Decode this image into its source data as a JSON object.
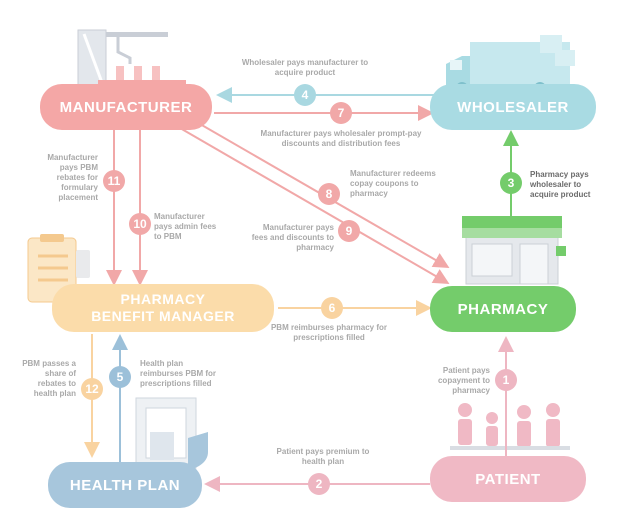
{
  "nodes": {
    "manufacturer": "MANUFACTURER",
    "wholesaler": "WHOLESALER",
    "pharmacy": "PHARMACY",
    "pbm_line1": "PHARMACY",
    "pbm_line2": "BENEFIT MANAGER",
    "health_plan": "HEALTH PLAN",
    "patient": "PATIENT"
  },
  "flows": [
    {
      "step": "1",
      "label": "Patient pays copayment to pharmacy"
    },
    {
      "step": "2",
      "label": "Patient pays premium to health plan"
    },
    {
      "step": "3",
      "label": "Pharmacy pays wholesaler to acquire product"
    },
    {
      "step": "4",
      "label": "Wholesaler pays manufacturer to acquire product"
    },
    {
      "step": "5",
      "label": "Health plan reimburses PBM for prescriptions filled"
    },
    {
      "step": "6",
      "label": "PBM reimburses pharmacy for prescriptions filled"
    },
    {
      "step": "7",
      "label": "Manufacturer pays wholesaler prompt-pay discounts and distribution fees"
    },
    {
      "step": "8",
      "label": "Manufacturer redeems copay coupons to pharmacy"
    },
    {
      "step": "9",
      "label": "Manufacturer pays fees and discounts to pharmacy"
    },
    {
      "step": "10",
      "label": "Manufacturer pays admin fees to PBM"
    },
    {
      "step": "11",
      "label": "Manufacturer pays PBM rebates for formulary placement"
    },
    {
      "step": "12",
      "label": "PBM passes a share of rebates to health plan"
    }
  ],
  "colors": {
    "manufacturer": "#f4a7a6",
    "wholesaler": "#a9dbe3",
    "pharmacy": "#74cc6b",
    "pbm": "#fbdcaa",
    "health_plan": "#a7c6dc",
    "patient": "#f0b9c5",
    "label_text": "#a9a9a9"
  }
}
